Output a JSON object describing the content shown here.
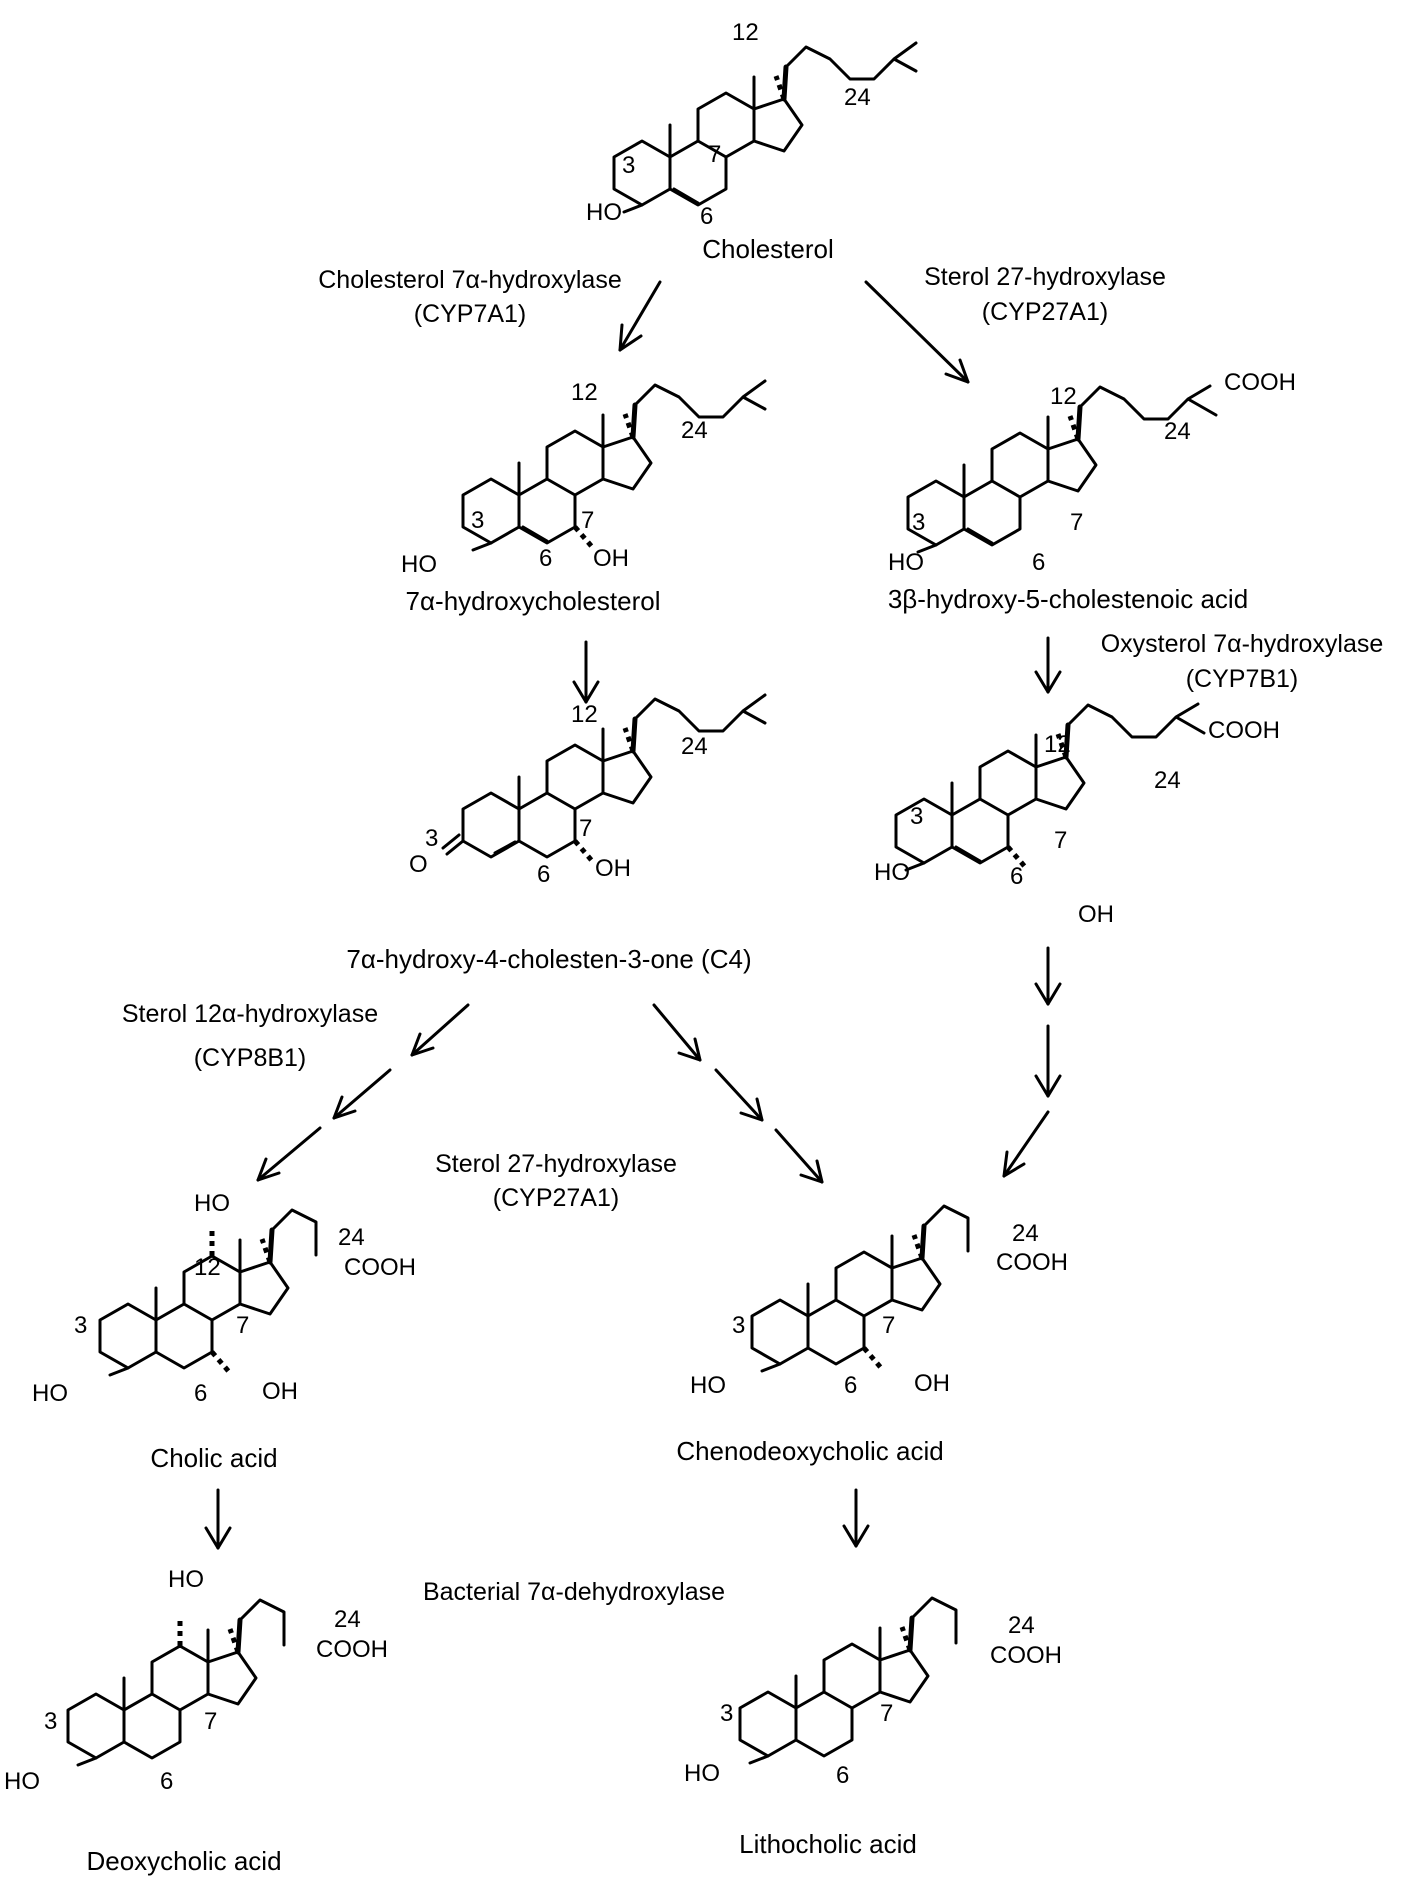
{
  "compounds": {
    "cholesterol": {
      "name": "Cholesterol",
      "labels": {
        "n12": "12",
        "n24": "24",
        "n3": "3",
        "n7": "7",
        "n6": "6",
        "ho": "HO"
      }
    },
    "hydroxycholesterol": {
      "name": "7α-hydroxycholesterol",
      "labels": {
        "n12": "12",
        "n24": "24",
        "n3": "3",
        "n7": "7",
        "n6": "6",
        "ho": "HO",
        "oh7": "OH"
      }
    },
    "c4": {
      "name": "7α-hydroxy-4-cholesten-3-one (C4)",
      "labels": {
        "n12": "12",
        "n24": "24",
        "n3": "3",
        "n7": "7",
        "n6": "6",
        "o": "O",
        "oh7": "OH"
      }
    },
    "cholestenoic": {
      "name": "3β-hydroxy-5-cholestenoic acid",
      "labels": {
        "n12": "12",
        "n24": "24",
        "n3": "3",
        "n7": "7",
        "n6": "6",
        "ho": "HO",
        "cooh": "COOH"
      }
    },
    "hydroxycholestenoic": {
      "name": "",
      "labels": {
        "n12": "12",
        "n24": "24",
        "n3": "3",
        "n7": "7",
        "n6": "6",
        "ho": "HO",
        "oh7": "OH",
        "cooh": "COOH"
      }
    },
    "cholic": {
      "name": "Cholic acid",
      "labels": {
        "n12": "12",
        "n24": "24",
        "n3": "3",
        "n7": "7",
        "n6": "6",
        "ho": "HO",
        "oh7": "OH",
        "ho12": "HO",
        "cooh": "COOH"
      }
    },
    "chenodeoxycholic": {
      "name": "Chenodeoxycholic acid",
      "labels": {
        "n24": "24",
        "n3": "3",
        "n7": "7",
        "n6": "6",
        "ho": "HO",
        "oh7": "OH",
        "cooh": "COOH"
      }
    },
    "deoxycholic": {
      "name": "Deoxycholic acid",
      "labels": {
        "n24": "24",
        "n3": "3",
        "n7": "7",
        "n6": "6",
        "ho": "HO",
        "ho12": "HO",
        "cooh": "COOH"
      }
    },
    "lithocholic": {
      "name": "Lithocholic acid",
      "labels": {
        "n24": "24",
        "n3": "3",
        "n7": "7",
        "n6": "6",
        "ho": "HO",
        "cooh": "COOH"
      }
    }
  },
  "enzymes": {
    "cyp7a1": {
      "line1": "Cholesterol 7α-hydroxylase",
      "line2": "(CYP7A1)"
    },
    "cyp27a1_top": {
      "line1": "Sterol 27-hydroxylase",
      "line2": "(CYP27A1)"
    },
    "cyp7b1": {
      "line1": "Oxysterol 7α-hydroxylase",
      "line2": "(CYP7B1)"
    },
    "cyp8b1": {
      "line1": "Sterol 12α-hydroxylase",
      "line2": "(CYP8B1)"
    },
    "cyp27a1_mid": {
      "line1": "Sterol 27-hydroxylase",
      "line2": "(CYP27A1)"
    },
    "bacterial": {
      "line1": "Bacterial 7α-dehydroxylase"
    }
  }
}
